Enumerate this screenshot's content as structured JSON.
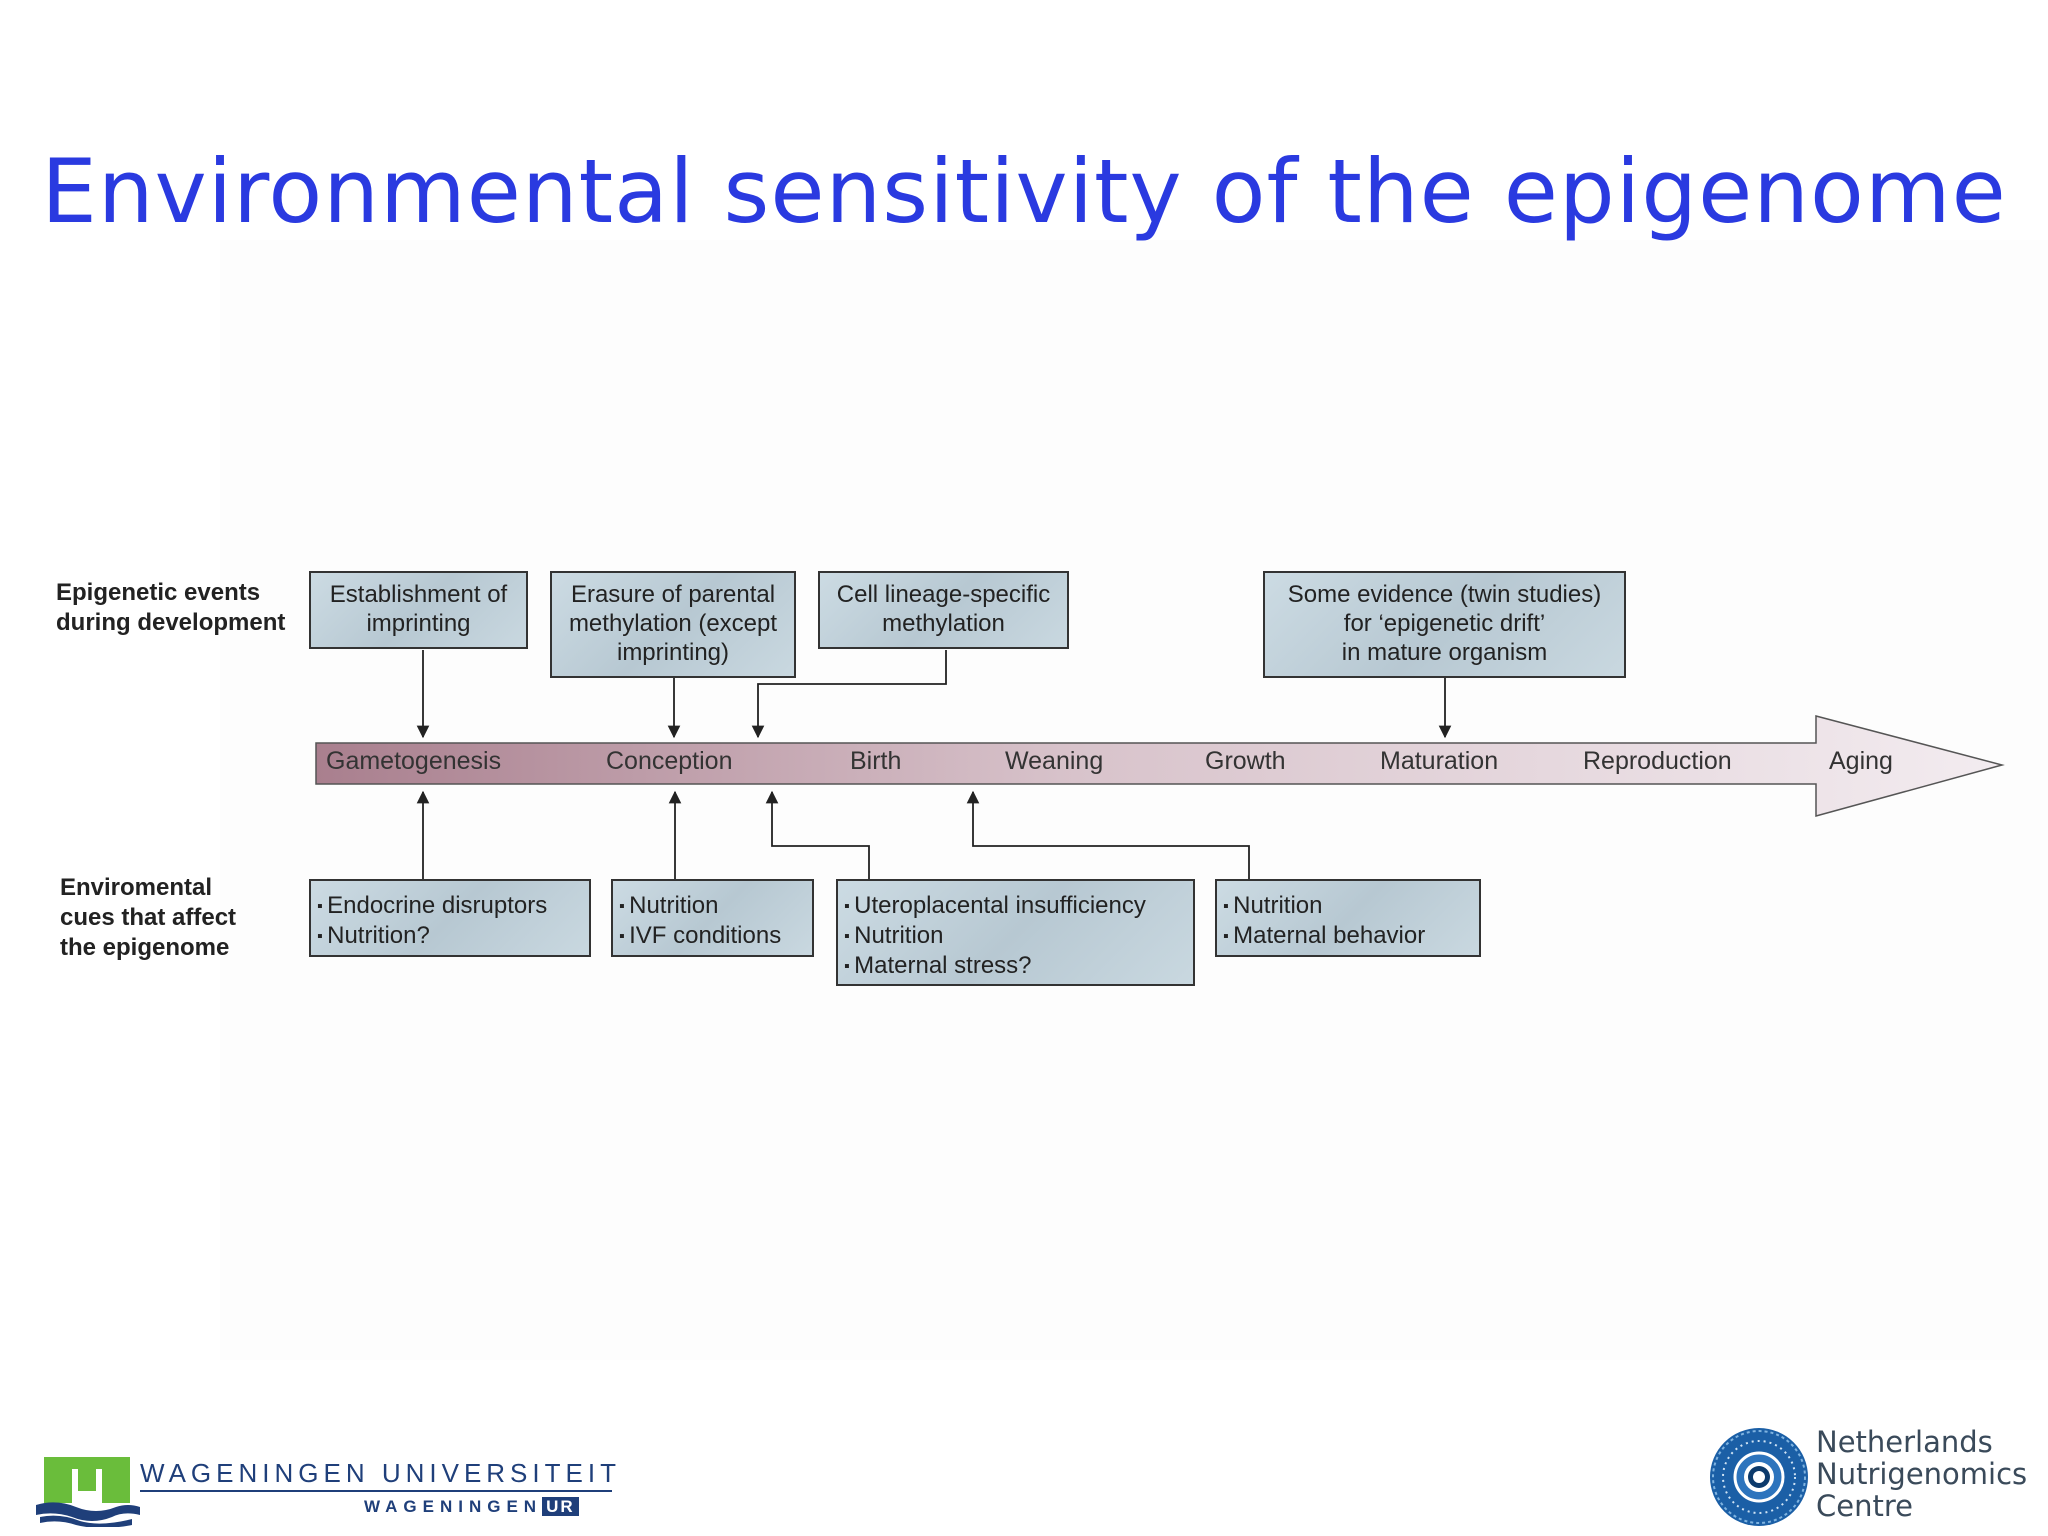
{
  "title": "Environmental sensitivity of the epigenome",
  "sections": {
    "top_label": [
      "Epigenetic events",
      "during development"
    ],
    "bottom_label": [
      "Enviromental",
      "cues that affect",
      "the epigenome"
    ]
  },
  "timeline": {
    "stages": [
      "Gametogenesis",
      "Conception",
      "Birth",
      "Weaning",
      "Growth",
      "Maturation",
      "Reproduction",
      "Aging"
    ]
  },
  "top_boxes": [
    {
      "lines": [
        "Establishment of",
        "imprinting"
      ]
    },
    {
      "lines": [
        "Erasure of parental",
        "methylation (except",
        "imprinting)"
      ]
    },
    {
      "lines": [
        "Cell lineage-specific",
        "methylation"
      ]
    },
    {
      "lines": [
        "Some evidence (twin studies)",
        "for ‘epigenetic drift’",
        "in mature organism"
      ]
    }
  ],
  "bottom_boxes": [
    {
      "items": [
        "Endocrine disruptors",
        "Nutrition?"
      ]
    },
    {
      "items": [
        "Nutrition",
        "IVF conditions"
      ]
    },
    {
      "items": [
        "Uteroplacental insufficiency",
        "Nutrition",
        "Maternal stress?"
      ]
    },
    {
      "items": [
        "Nutrition",
        "Maternal behavior"
      ]
    }
  ],
  "logos": {
    "wu_name": "WAGENINGEN UNIVERSITEIT",
    "wur_name": "WAGENINGEN",
    "wur_suffix": "UR",
    "nnc_lines": [
      "Netherlands",
      "Nutrigenomics",
      "Centre"
    ]
  },
  "colors": {
    "title": "#2a3ae0",
    "box_fill": "#bfcfd9",
    "arrow_start": "#a97f8e",
    "arrow_end": "#f1e9ee"
  }
}
